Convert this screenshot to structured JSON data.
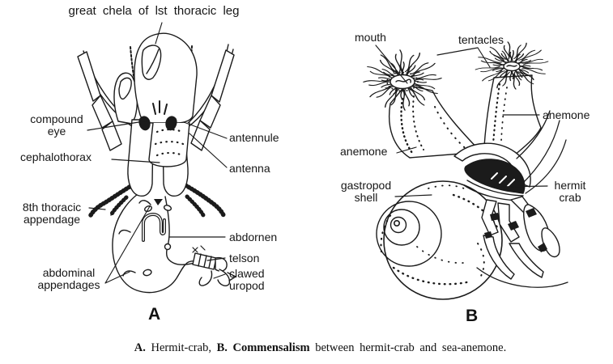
{
  "figure": {
    "colors": {
      "ink": "#1b1b1b",
      "paper": "#ffffff"
    },
    "panel_a": {
      "letter": "A",
      "labels": {
        "great_chela": "great chela of lst thoracic leg",
        "compound_eye_line1": "compound",
        "compound_eye_line2": "eye",
        "cephalothorax": "cephalothorax",
        "antennule": "antennule",
        "antenna": "antenna",
        "thoracic_line1": "8th thoracic",
        "thoracic_line2": "appendage",
        "abdominal_line1": "abdominal",
        "abdominal_line2": "appendages",
        "abdomen": "abdornen",
        "telson": "telson",
        "uropod_line1": "clawed",
        "uropod_line2": "uropod"
      }
    },
    "panel_b": {
      "letter": "B",
      "labels": {
        "mouth": "mouth",
        "tentacles": "tentacles",
        "anemone_right": "anemone",
        "anemone_left": "anemone",
        "shell_line1": "gastropod",
        "shell_line2": "shell",
        "crab_line1": "hermit",
        "crab_line2": "crab"
      }
    },
    "caption": {
      "a_marker": "A.",
      "a_text": "Hermit-crab,",
      "b_marker": "B. Commensalism",
      "b_text": "between hermit-crab and sea-anemone."
    }
  }
}
